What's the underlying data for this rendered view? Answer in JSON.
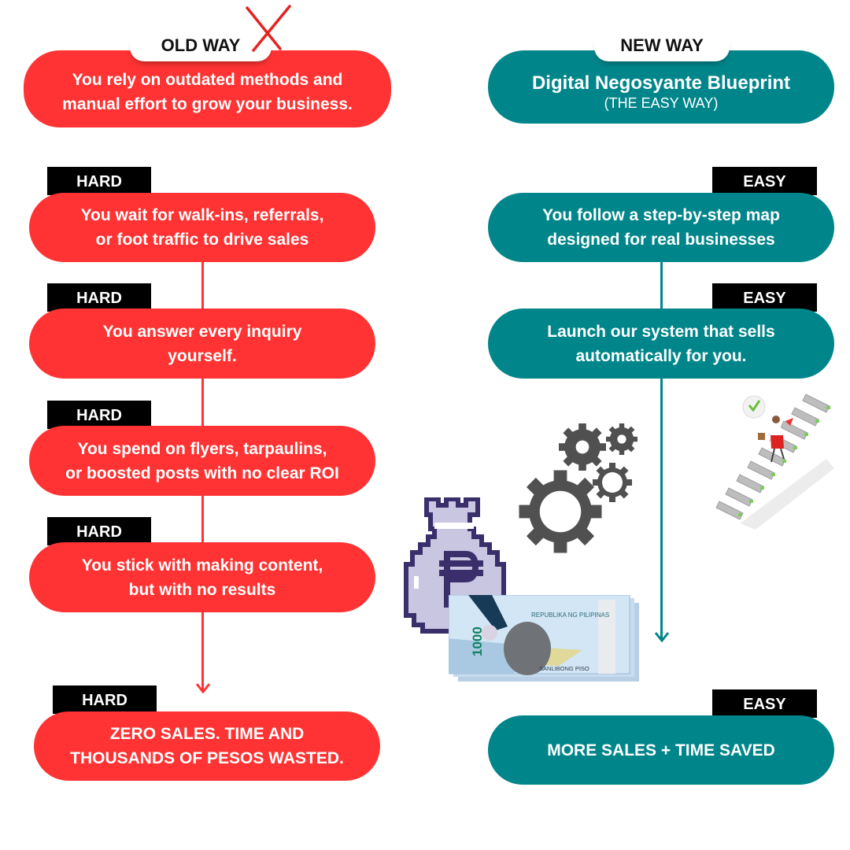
{
  "old_way": {
    "title": "OLD WAY",
    "intro": [
      "You rely on outdated methods and",
      "manual effort to grow your business."
    ],
    "steps": [
      {
        "tag": "HARD",
        "lines": [
          "You wait for walk-ins, referrals,",
          "or foot traffic to drive sales"
        ]
      },
      {
        "tag": "HARD",
        "lines": [
          "You answer every inquiry",
          "yourself."
        ]
      },
      {
        "tag": "HARD",
        "lines": [
          "You spend on flyers, tarpaulins,",
          "or boosted posts with no clear ROI"
        ]
      },
      {
        "tag": "HARD",
        "lines": [
          "You stick with making content,",
          "but with no results"
        ]
      }
    ],
    "result": {
      "tag": "HARD",
      "lines": [
        "ZERO SALES. TIME AND",
        "THOUSANDS OF PESOS WASTED."
      ]
    }
  },
  "new_way": {
    "title": "NEW WAY",
    "intro": "Digital Negosyante Blueprint",
    "intro_sub": "(THE EASY WAY)",
    "steps": [
      {
        "tag": "EASY",
        "lines": [
          "You follow a step-by-step map",
          "designed for real businesses"
        ]
      },
      {
        "tag": "EASY",
        "lines": [
          "Launch our system that sells",
          "automatically for you."
        ]
      }
    ],
    "result": {
      "tag": "EASY",
      "lines": [
        "MORE SALES + TIME SAVED"
      ]
    }
  },
  "banknote": {
    "header": "REPUBLIKA NG PILIPINAS",
    "value": "1000",
    "footer": "SANLIBONG PISO"
  },
  "colors": {
    "red": "#ff3333",
    "teal": "#00868a",
    "black": "#000000"
  }
}
